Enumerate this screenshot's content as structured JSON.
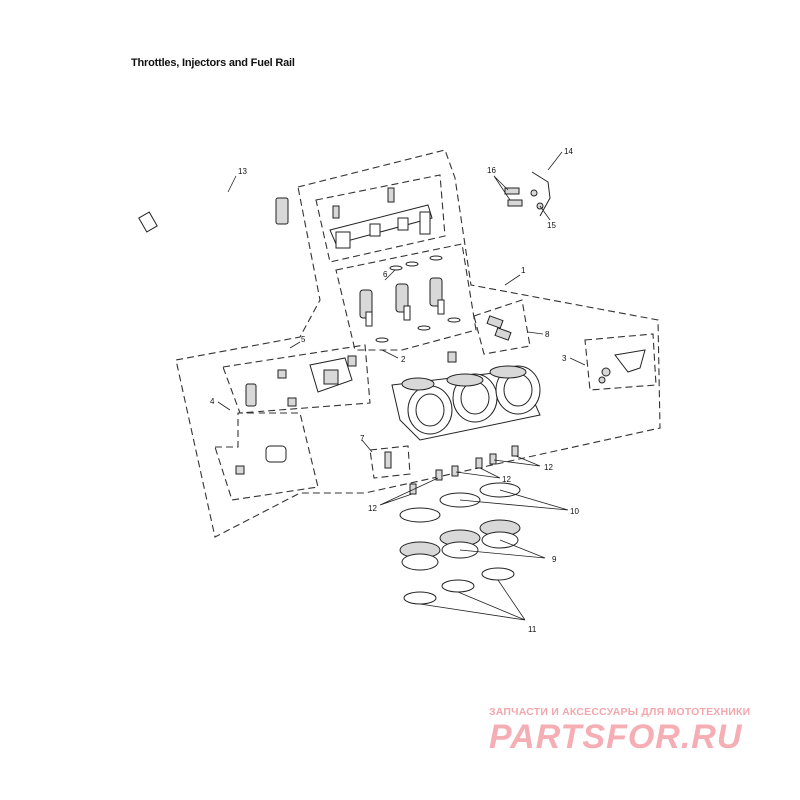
{
  "diagram": {
    "title": "Throttles, Injectors and Fuel Rail",
    "callouts": [
      "1",
      "2",
      "3",
      "4",
      "5",
      "6",
      "7",
      "8",
      "9",
      "10",
      "11",
      "12",
      "12",
      "12",
      "13",
      "14",
      "15",
      "16"
    ]
  },
  "watermark": {
    "tagline": "ЗАПЧАСТИ И АКСЕССУАРЫ ДЛЯ МОТОТЕХНИКИ",
    "logo": "PARTSFOR.RU"
  },
  "colors": {
    "line": "#222222",
    "watermark": "#f4aeb4"
  }
}
